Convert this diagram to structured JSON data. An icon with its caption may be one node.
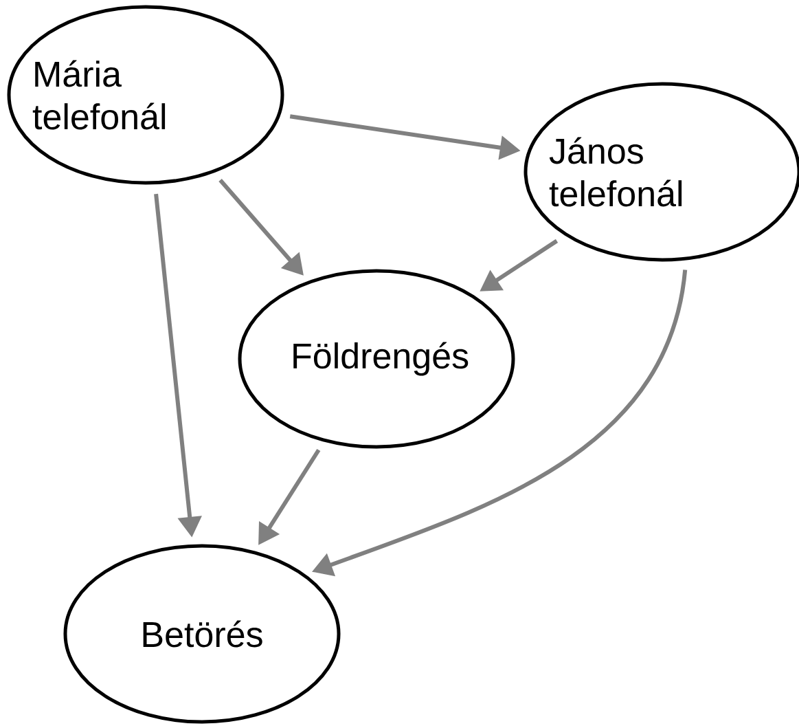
{
  "diagram": {
    "nodes": [
      {
        "text": [
          "Mária telefonál"
        ]
      },
      {
        "text": [
          "János telefonál"
        ]
      },
      {
        "text": [
          "Földrengés"
        ]
      },
      {
        "text": [
          "Betörés"
        ]
      }
    ],
    "edges": [
      {
        "from": 0,
        "to": 1,
        "arrow": "to"
      },
      {
        "from": 0,
        "to": 2,
        "arrow": "to"
      },
      {
        "from": 1,
        "to": 2,
        "arrow": "to"
      },
      {
        "from": 0,
        "to": 3,
        "arrow": "to"
      },
      {
        "from": 2,
        "to": 3,
        "arrow": "to"
      },
      {
        "from": 1,
        "to": 3,
        "arrow": "to"
      }
    ]
  }
}
